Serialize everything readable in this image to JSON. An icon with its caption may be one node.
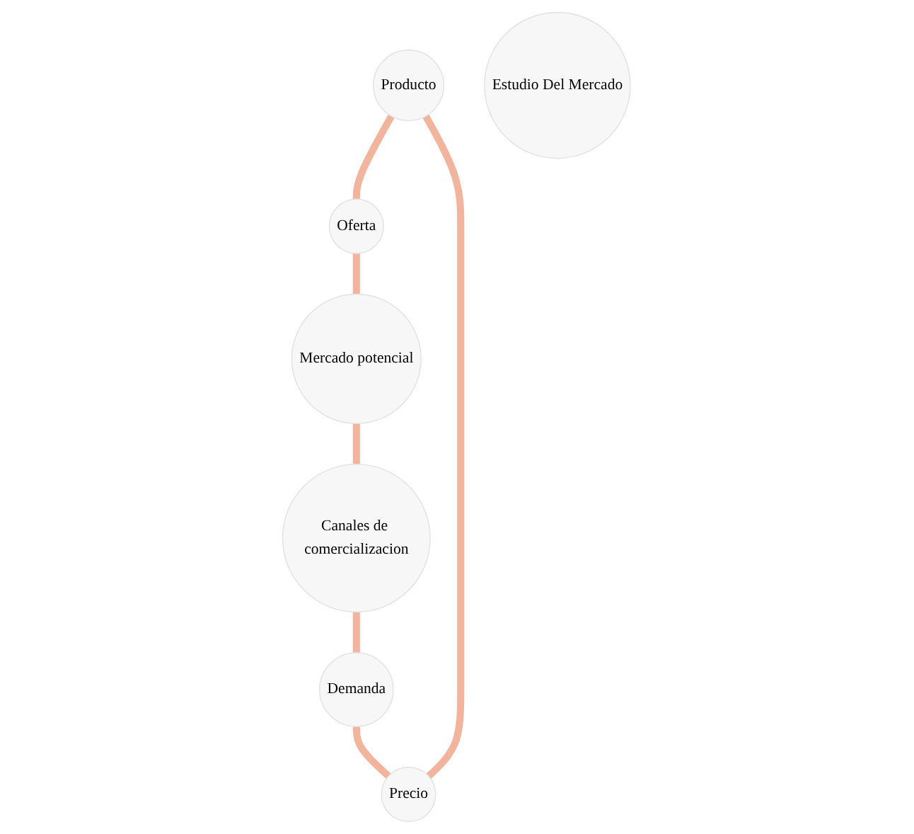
{
  "diagram": {
    "nodes": [
      {
        "text": [
          "Producto"
        ]
      },
      {
        "text": [
          "Oferta"
        ]
      },
      {
        "text": [
          "Mercado potencial"
        ]
      },
      {
        "text": [
          "Canales de comercializacion"
        ]
      },
      {
        "text": [
          "Demanda"
        ]
      },
      {
        "text": [
          "Precio"
        ]
      },
      {
        "text": [
          "Estudio Del Mercado"
        ]
      }
    ],
    "edges": [
      {
        "from": 0,
        "to": 1,
        "arrow": "none"
      },
      {
        "from": 1,
        "to": 2,
        "arrow": "none"
      },
      {
        "from": 2,
        "to": 3,
        "arrow": "none"
      },
      {
        "from": 3,
        "to": 4,
        "arrow": "none"
      },
      {
        "from": 4,
        "to": 5,
        "arrow": "none"
      },
      {
        "from": 5,
        "to": 0,
        "arrow": "none"
      }
    ]
  }
}
